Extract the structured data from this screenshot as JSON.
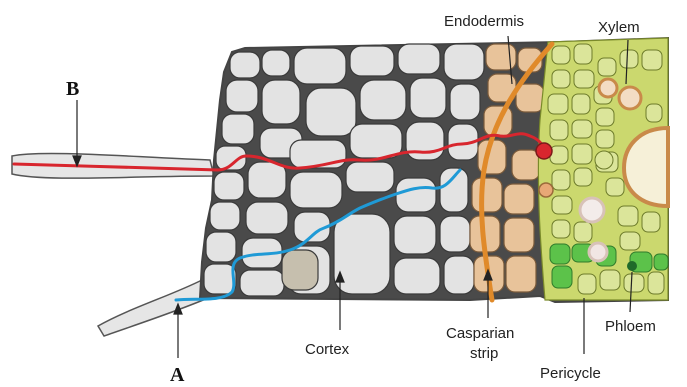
{
  "labels": {
    "endodermis": "Endodermis",
    "xylem": "Xylem",
    "cortex": "Cortex",
    "casparian_line1": "Casparian",
    "casparian_line2": "strip",
    "phloem": "Phloem",
    "pericycle": "Pericycle",
    "pathway_a": "A",
    "pathway_b": "B"
  },
  "colors": {
    "background": "#ffffff",
    "cell_fill": "#e3e3e3",
    "cell_wall": "#555555",
    "endodermis_fill": "#e8c39a",
    "casparian_strip": "#e08a2a",
    "stele_fill": "#d4e08a",
    "phloem_fill": "#5cc24a",
    "xylem_ring": "#c98a4a",
    "apoplast_path": "#d8262e",
    "symplast_path": "#1f9ad6"
  }
}
